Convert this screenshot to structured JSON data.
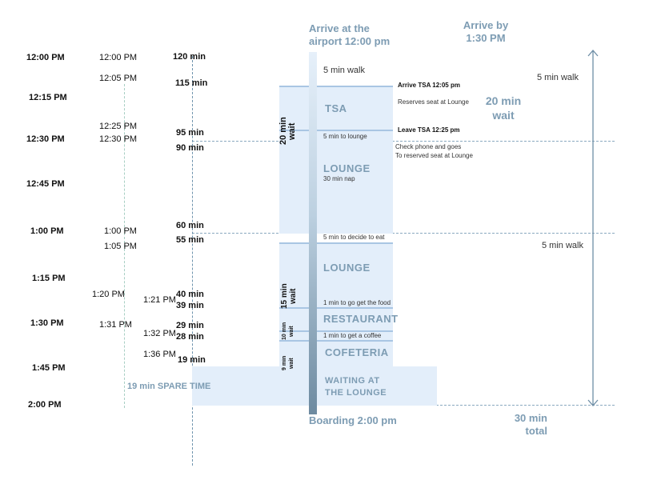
{
  "clock_times": [
    "12:00 PM",
    "12:15 PM",
    "12:30 PM",
    "12:45 PM",
    "1:00 PM",
    "1:15 PM",
    "1:30 PM",
    "1:45 PM",
    "2:00 PM"
  ],
  "event_times": [
    "12:00 PM",
    "12:05 PM",
    "12:25 PM",
    "12:30 PM",
    "1:00 PM",
    "1:05 PM",
    "1:20 PM",
    "1:31 PM"
  ],
  "minutes_left": [
    "120 min",
    "115 min",
    "95 min",
    "90 min",
    "60 min",
    "55 min",
    "40 min",
    "39 min",
    "29 min",
    "28 min",
    "19 min"
  ],
  "inner_times": [
    "1:21 PM",
    "1:32 PM",
    "1:36 PM"
  ],
  "header_left": [
    "Arrive at the",
    "airport 12:00 pm"
  ],
  "header_right": [
    "Arrive by",
    "1:30 PM"
  ],
  "boarding": "Boarding 2:00 pm",
  "total": [
    "30 min",
    "total"
  ],
  "spare_time": "19 min SPARE TIME",
  "blocks": {
    "tsa": "TSA",
    "lounge1": "LOUNGE",
    "lounge2": "LOUNGE",
    "restaurant": "RESTAURANT",
    "cofeteria": "COFETERIA",
    "waiting": [
      "WAITING AT",
      "THE LOUNGE"
    ]
  },
  "waits": {
    "w20": [
      "20 min",
      "wait"
    ],
    "w15": [
      "15 min",
      "wait"
    ],
    "w10": [
      "10 min",
      "wait"
    ],
    "w9": [
      "9 min",
      "wait"
    ]
  },
  "notes": {
    "walk1": "5 min walk",
    "arrive_tsa": "Arrive TSA 12:05 pm",
    "reserves": "Reserves seat at Lounge",
    "leave_tsa": "Leave TSA 12:25 pm",
    "to_lounge": "5 min to lounge",
    "check_phone": [
      "Check phone and goes",
      "To reserved seat at Lounge"
    ],
    "nap": "30 min nap",
    "decide": "5 min to decide to eat",
    "get_food": "1 min to go get the food",
    "get_coffee": "1 min to get a coffee"
  },
  "right": {
    "walk_top": "5 min walk",
    "wait20": [
      "20 min",
      "wait"
    ],
    "walk_mid": "5 min walk"
  },
  "colors": {
    "block": "#e3eefa",
    "accent": "#7d9cb3",
    "dash": "#8aa8c0"
  }
}
